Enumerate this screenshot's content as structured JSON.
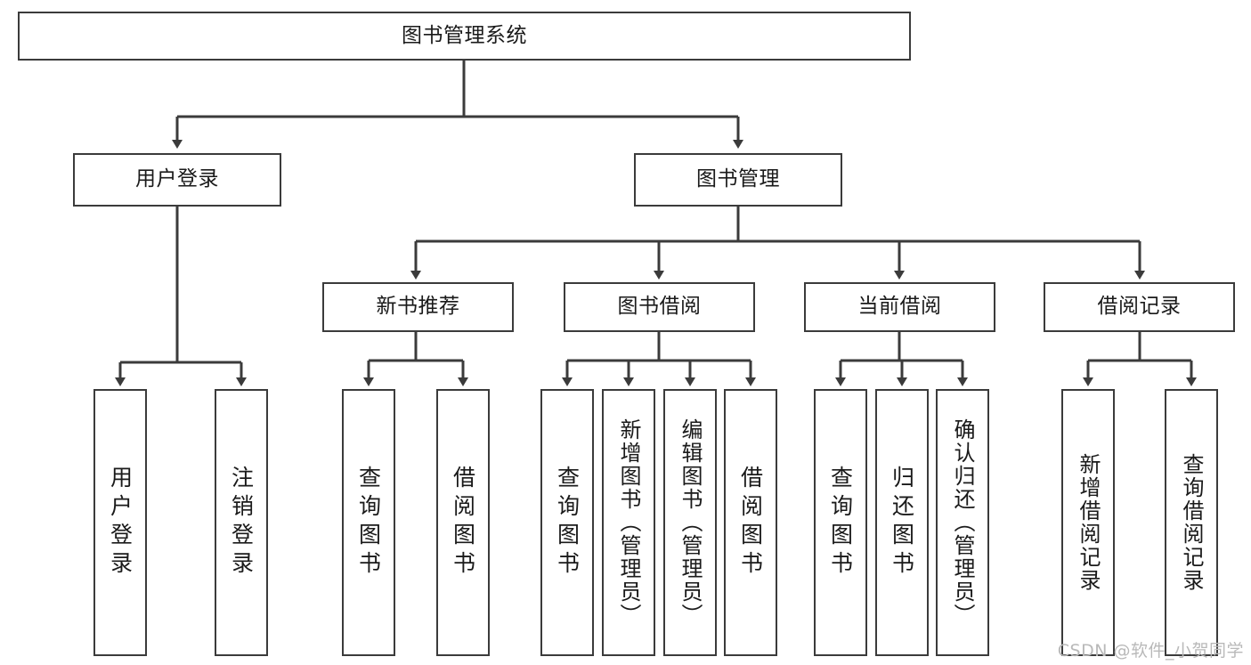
{
  "diagram": {
    "title": "图书管理系统",
    "watermark": "CSDN @软件_小贺同学",
    "colors": {
      "stroke": "#3b3b3b",
      "fill": "#ffffff",
      "text": "#1a1a1a",
      "watermark": "#b9b9b9"
    },
    "levels": {
      "root": "图书管理系统",
      "level2": [
        "用户登录",
        "图书管理"
      ],
      "level3": [
        "新书推荐",
        "图书借阅",
        "当前借阅",
        "借阅记录"
      ],
      "level4": [
        "用户登录",
        "注销登录",
        "查询图书",
        "借阅图书",
        "查询图书",
        "新增图书（管理员）",
        "编辑图书（管理员）",
        "借阅图书",
        "查询图书",
        "归还图书",
        "确认归还（管理员）",
        "新增借阅记录",
        "查询借阅记录"
      ]
    },
    "nodes": {
      "root": {
        "label": "图书管理系统"
      },
      "user_login": {
        "label": "用户登录"
      },
      "book_manage": {
        "label": "图书管理"
      },
      "new_book_rec": {
        "label": "新书推荐"
      },
      "book_borrow": {
        "label": "图书借阅"
      },
      "current_borrow": {
        "label": "当前借阅"
      },
      "borrow_record": {
        "label": "借阅记录"
      },
      "leaf_user_login": {
        "label": "用户登录"
      },
      "leaf_logout": {
        "label": "注销登录"
      },
      "leaf_query_book_1": {
        "label": "查询图书"
      },
      "leaf_borrow_book_1": {
        "label": "借阅图书"
      },
      "leaf_query_book_2": {
        "label": "查询图书"
      },
      "leaf_add_book": {
        "label": "新增图书（管理员）"
      },
      "leaf_edit_book": {
        "label": "编辑图书（管理员）"
      },
      "leaf_borrow_book_2": {
        "label": "借阅图书"
      },
      "leaf_query_book_3": {
        "label": "查询图书"
      },
      "leaf_return_book": {
        "label": "归还图书"
      },
      "leaf_confirm_return": {
        "label": "确认归还（管理员）"
      },
      "leaf_add_record": {
        "label": "新增借阅记录"
      },
      "leaf_query_record": {
        "label": "查询借阅记录"
      }
    }
  }
}
